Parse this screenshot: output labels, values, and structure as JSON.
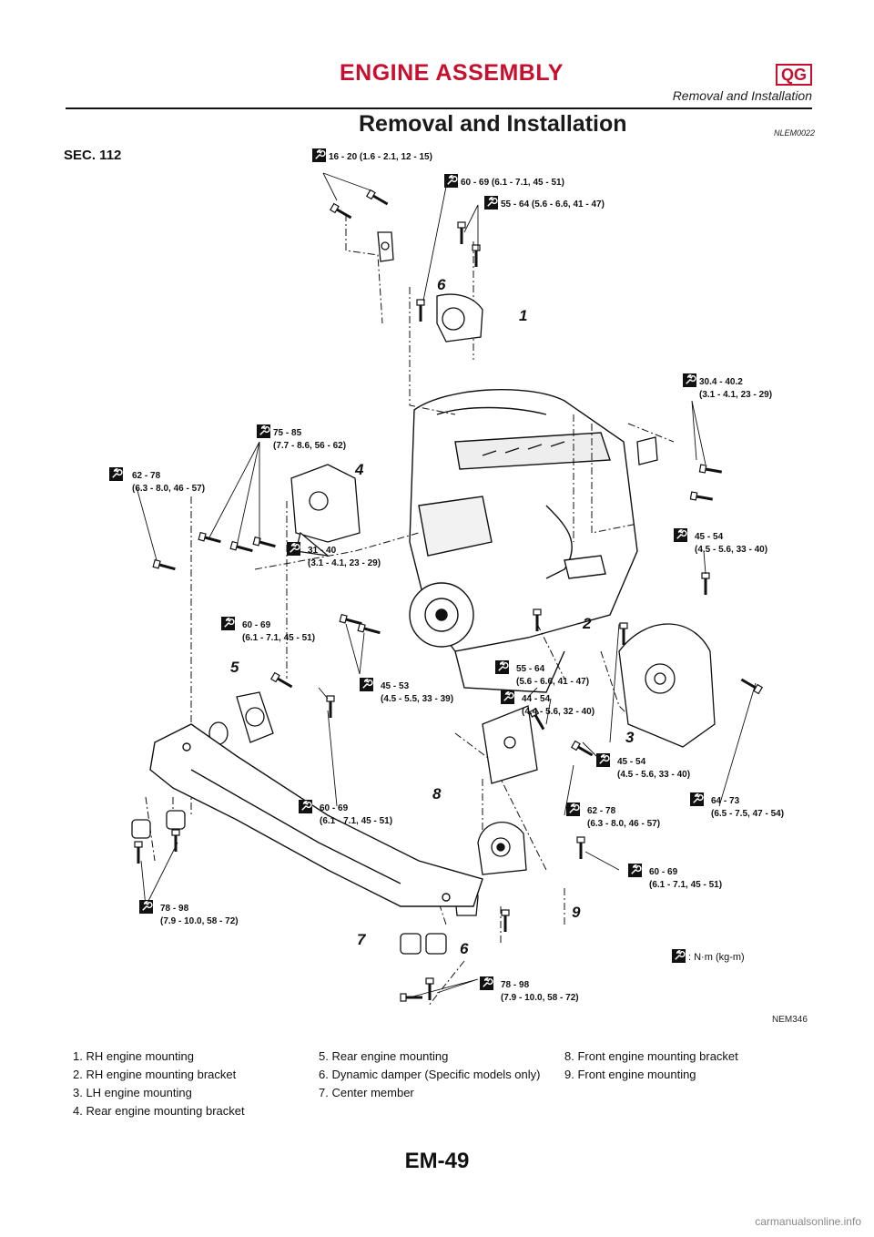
{
  "header": {
    "title": "ENGINE ASSEMBLY",
    "badge": "QG",
    "subtitle": "Removal and Installation"
  },
  "section": {
    "title": "Removal and Installation",
    "id": "NLEM0022"
  },
  "diagram": {
    "sec_label": "SEC. 112",
    "figure_id": "NEM346",
    "torque_labels": [
      {
        "id": "t1",
        "line1": "16 - 20 (1.6 - 2.1, 12 - 15)",
        "line2": ""
      },
      {
        "id": "t2",
        "line1": "60 - 69 (6.1 - 7.1, 45 - 51)",
        "line2": ""
      },
      {
        "id": "t3",
        "line1": "55 - 64 (5.6 - 6.6, 41 - 47)",
        "line2": ""
      },
      {
        "id": "t4",
        "line1": "30.4 - 40.2",
        "line2": "(3.1 - 4.1, 23 - 29)"
      },
      {
        "id": "t5",
        "line1": "75 - 85",
        "line2": "(7.7 - 8.6, 56 - 62)"
      },
      {
        "id": "t6",
        "line1": "62 - 78",
        "line2": "(6.3 - 8.0, 46 - 57)"
      },
      {
        "id": "t7",
        "line1": "45 - 54",
        "line2": "(4.5 - 5.6, 33 - 40)"
      },
      {
        "id": "t8",
        "line1": "31 - 40",
        "line2": "(3.1 - 4.1, 23 - 29)"
      },
      {
        "id": "t9",
        "line1": "60 - 69",
        "line2": "(6.1 - 7.1, 45 - 51)"
      },
      {
        "id": "t10",
        "line1": "55 - 64",
        "line2": "(5.6 - 6.6, 41 - 47)"
      },
      {
        "id": "t11",
        "line1": "45 - 53",
        "line2": "(4.5 - 5.5, 33 - 39)"
      },
      {
        "id": "t12",
        "line1": "44 - 54",
        "line2": "(4.4 - 5.6, 32 - 40)"
      },
      {
        "id": "t13",
        "line1": "45 - 54",
        "line2": "(4.5 - 5.6, 33 - 40)"
      },
      {
        "id": "t14",
        "line1": "60 - 69",
        "line2": "(6.1 - 7.1, 45 - 51)"
      },
      {
        "id": "t15",
        "line1": "62 - 78",
        "line2": "(6.3 - 8.0, 46 - 57)"
      },
      {
        "id": "t16",
        "line1": "64 - 73",
        "line2": "(6.5 - 7.5, 47 - 54)"
      },
      {
        "id": "t17",
        "line1": "60 - 69",
        "line2": "(6.1 - 7.1, 45 - 51)"
      },
      {
        "id": "t18",
        "line1": "78 - 98",
        "line2": "(7.9 - 10.0, 58 - 72)"
      },
      {
        "id": "t19",
        "line1": "78 - 98",
        "line2": "(7.9 - 10.0, 58 - 72)"
      }
    ],
    "callouts": [
      "1",
      "6",
      "4",
      "2",
      "5",
      "3",
      "8",
      "9",
      "7",
      "6"
    ],
    "unit_note": ": N·m (kg-m)"
  },
  "legend": {
    "col1": [
      "1.  RH engine mounting",
      "2.  RH engine mounting bracket",
      "3.  LH engine mounting",
      "4.  Rear engine mounting bracket"
    ],
    "col2": [
      "5.  Rear engine mounting",
      "6.  Dynamic damper (Specific models only)",
      "7.  Center member"
    ],
    "col3": [
      "8.  Front engine mounting bracket",
      "9.  Front engine mounting"
    ]
  },
  "footer": {
    "page_number": "EM-49",
    "watermark": "carmanualsonline.info"
  }
}
